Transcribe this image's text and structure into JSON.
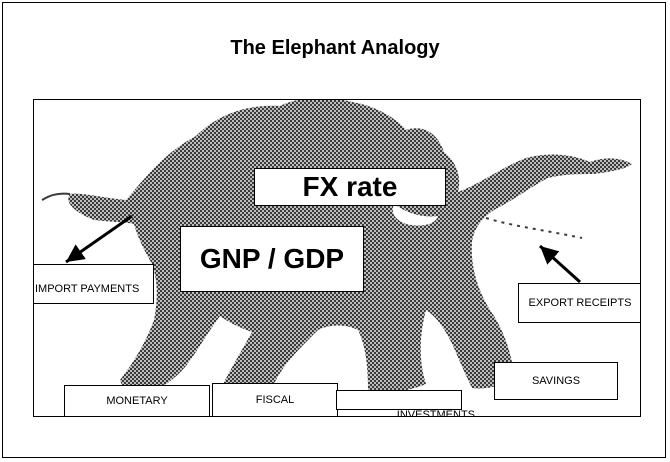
{
  "title": "The Elephant Analogy",
  "labels": {
    "fx_rate": "FX rate",
    "gnp_gdp": "GNP / GDP",
    "import_payments": "IMPORT PAYMENTS",
    "export_receipts": "EXPORT RECEIPTS",
    "monetary": "MONETARY",
    "fiscal": "FISCAL",
    "investments": "INVESTMENTS",
    "savings": "SAVINGS"
  },
  "colors": {
    "elephant_dark": "#3a3a3a",
    "elephant_light": "#bdbdbd",
    "ink": "#000000"
  }
}
